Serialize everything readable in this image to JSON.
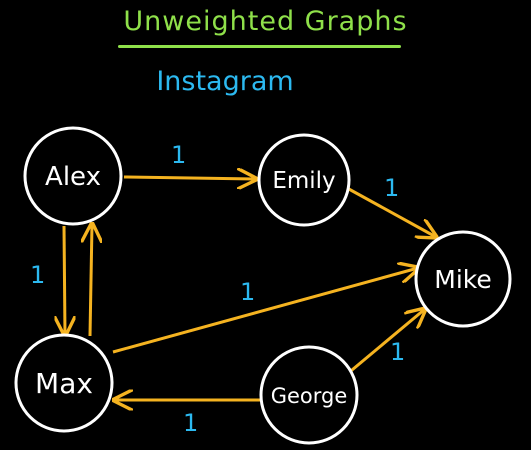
{
  "header": {
    "title": "Unweighted Graphs",
    "subtitle": "Instagram"
  },
  "colors": {
    "background": "#000000",
    "title": "#8FE04A",
    "subtitle": "#2CB9F0",
    "node_stroke": "#ffffff",
    "edge": "#F5B320",
    "edge_label": "#2CB9F0"
  },
  "graph": {
    "nodes": {
      "alex": "Alex",
      "emily": "Emily",
      "mike": "Mike",
      "max": "Max",
      "george": "George"
    },
    "edges": [
      {
        "from": "Alex",
        "to": "Emily",
        "weight": "1"
      },
      {
        "from": "Emily",
        "to": "Mike",
        "weight": "1"
      },
      {
        "from": "Alex",
        "to": "Max",
        "weight": "1"
      },
      {
        "from": "Max",
        "to": "Alex",
        "weight": ""
      },
      {
        "from": "Max",
        "to": "Mike",
        "weight": "1"
      },
      {
        "from": "George",
        "to": "Mike",
        "weight": "1"
      },
      {
        "from": "George",
        "to": "Max",
        "weight": "1"
      }
    ]
  }
}
